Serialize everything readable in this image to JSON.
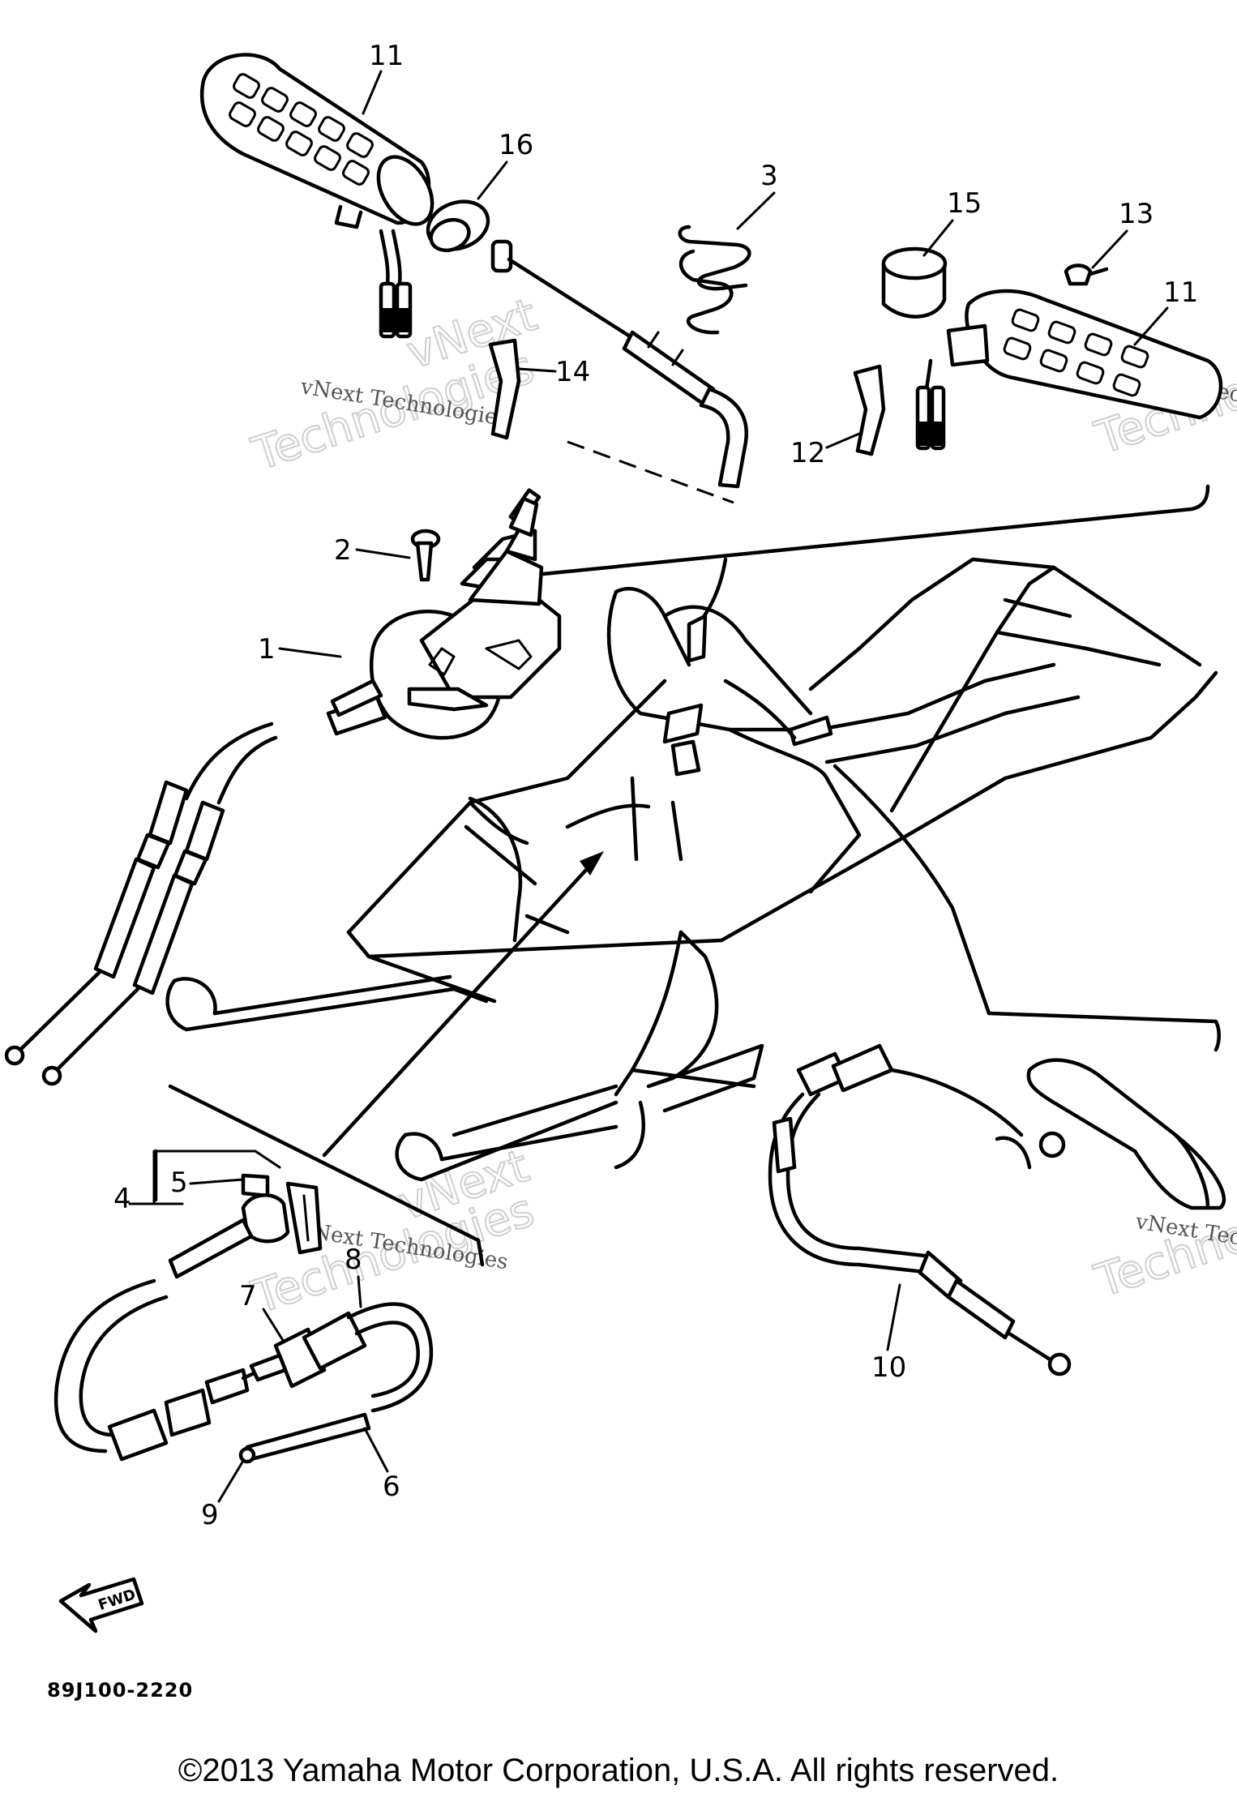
{
  "callouts": {
    "c1": "1",
    "c2": "2",
    "c3": "3",
    "c4": "4",
    "c5": "5",
    "c6": "6",
    "c7": "7",
    "c8": "8",
    "c9": "9",
    "c10": "10",
    "c11a": "11",
    "c11b": "11",
    "c12": "12",
    "c13": "13",
    "c14": "14",
    "c15": "15",
    "c16": "16"
  },
  "fwd_label": "FWD",
  "diagram_code": "89J100-2220",
  "watermark": {
    "line1": "vNext Technologies",
    "line2": "Technologies",
    "line3": "vNext"
  },
  "copyright": "©2013 Yamaha Motor Corporation, U.S.A. All rights reserved."
}
